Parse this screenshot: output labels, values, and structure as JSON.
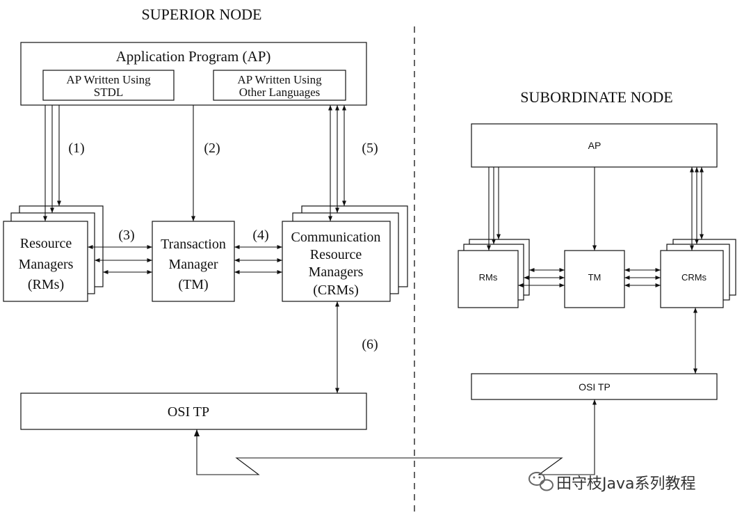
{
  "superior": {
    "title": "SUPERIOR NODE",
    "ap": "Application Program (AP)",
    "stdl_line1": "AP Written Using",
    "stdl_line2": "STDL",
    "other_line1": "AP Written Using",
    "other_line2": "Other Languages",
    "rm_line1": "Resource",
    "rm_line2": "Managers",
    "rm_line3": "(RMs)",
    "tm_line1": "Transaction",
    "tm_line2": "Manager",
    "tm_line3": "(TM)",
    "crm_line1": "Communication",
    "crm_line2": "Resource",
    "crm_line3": "Managers",
    "crm_line4": "(CRMs)",
    "osi": "OSI TP",
    "labels": [
      "(1)",
      "(2)",
      "(3)",
      "(4)",
      "(5)",
      "(6)"
    ]
  },
  "subordinate": {
    "title": "SUBORDINATE NODE",
    "ap": "AP",
    "rm": "RMs",
    "tm": "TM",
    "crm": "CRMs",
    "osi": "OSI TP"
  },
  "watermark": {
    "text": "田守枝Java系列教程",
    "icon": "wechat-icon"
  }
}
